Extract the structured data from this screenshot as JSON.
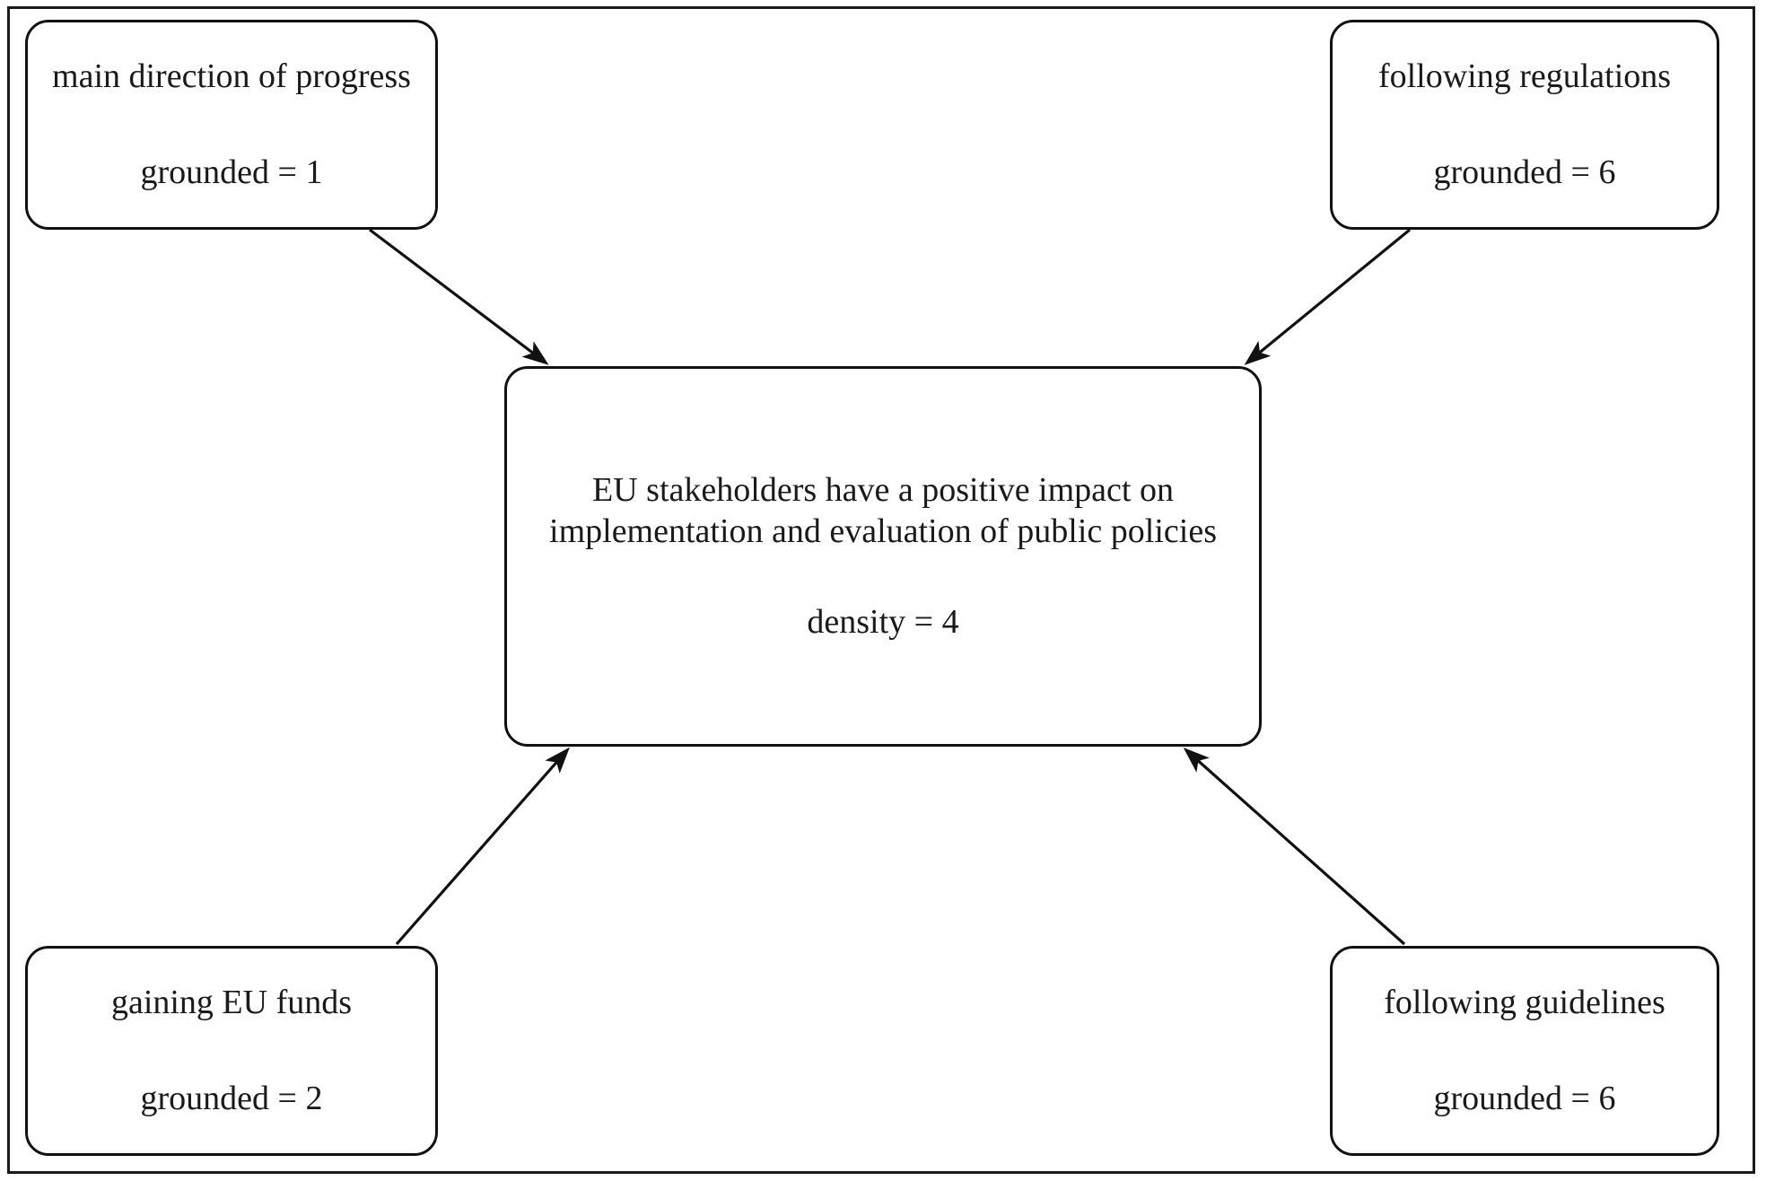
{
  "diagram": {
    "type": "network",
    "title": "",
    "frame": {
      "visible": true,
      "color": "#111111"
    },
    "nodes": [
      {
        "id": "main-direction-of-progress",
        "label": "main direction of progress",
        "label_lines": [
          "main direction of",
          "progress"
        ],
        "metric": "grounded = 1",
        "metric_name": "grounded",
        "metric_value": 1,
        "position": "top-left"
      },
      {
        "id": "following-regulations",
        "label": "following regulations",
        "label_lines": [
          "following regulations"
        ],
        "metric": "grounded = 6",
        "metric_name": "grounded",
        "metric_value": 6,
        "position": "top-right"
      },
      {
        "id": "eu-stakeholders-positive-impact",
        "label": "EU stakeholders have a positive impact on implementation and evaluation of public policies",
        "label_lines": [
          "EU stakeholders have a positive impact on",
          "implementation and evaluation of public",
          "policies"
        ],
        "metric": "density = 4",
        "metric_name": "density",
        "metric_value": 4,
        "position": "center"
      },
      {
        "id": "gaining-eu-funds",
        "label": "gaining EU funds",
        "label_lines": [
          "gaining EU funds"
        ],
        "metric": "grounded = 2",
        "metric_name": "grounded",
        "metric_value": 2,
        "position": "bottom-left"
      },
      {
        "id": "following-guidelines",
        "label": "following guidelines",
        "label_lines": [
          "following guidelines"
        ],
        "metric": "grounded = 6",
        "metric_name": "grounded",
        "metric_value": 6,
        "position": "bottom-right"
      }
    ],
    "edges": [
      {
        "from": "main-direction-of-progress",
        "to": "eu-stakeholders-positive-impact",
        "directed": true,
        "label": ""
      },
      {
        "from": "following-regulations",
        "to": "eu-stakeholders-positive-impact",
        "directed": true,
        "label": ""
      },
      {
        "from": "gaining-eu-funds",
        "to": "eu-stakeholders-positive-impact",
        "directed": true,
        "label": ""
      },
      {
        "from": "following-guidelines",
        "to": "eu-stakeholders-positive-impact",
        "directed": true,
        "label": ""
      }
    ],
    "colors": {
      "stroke": "#111111",
      "text": "#1a1a1a",
      "background": "#ffffff"
    }
  }
}
